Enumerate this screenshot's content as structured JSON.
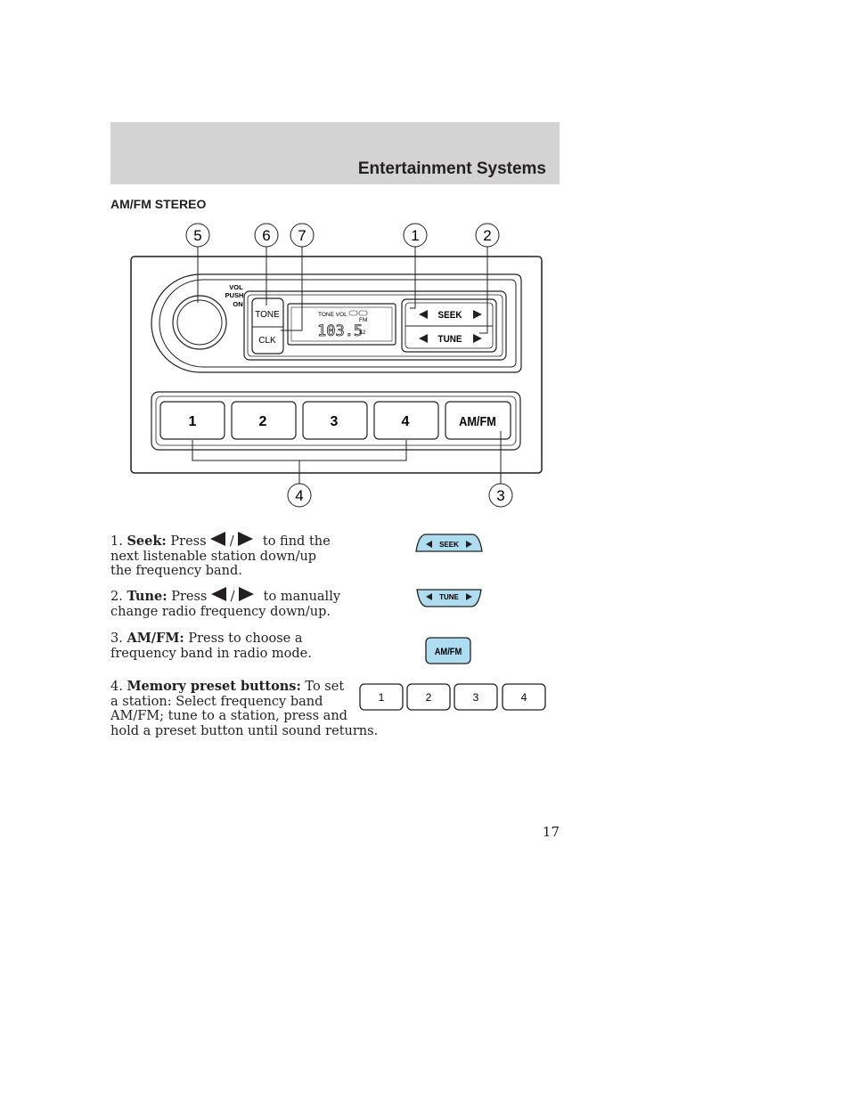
{
  "header": {
    "title": "Entertainment Systems"
  },
  "section": {
    "title": "AM/FM STEREO"
  },
  "radio": {
    "callouts": [
      "5",
      "6",
      "7",
      "1",
      "2",
      "4",
      "3"
    ],
    "knob_label_lines": [
      "VOL",
      "PUSH",
      "ON"
    ],
    "tone_label": "TONE",
    "clk_label": "CLK",
    "display_indicator": "TONE VOL",
    "display_band": "FM",
    "display_freq": "103.5",
    "display_preset": "12",
    "seek_label": "SEEK",
    "tune_label": "TUNE",
    "preset_labels": [
      "1",
      "2",
      "3",
      "4"
    ],
    "amfm_label": "AM/FM"
  },
  "items": [
    {
      "number": "1.",
      "name": "Seek:",
      "text_before": "Press",
      "separator": "/",
      "text_after": "to find the",
      "text_rest": "next listenable station down/up the frequency band."
    },
    {
      "number": "2.",
      "name": "Tune:",
      "text_before": "Press",
      "separator": "/",
      "text_after": "to manually",
      "text_rest": "change radio frequency down/up."
    },
    {
      "number": "3.",
      "name": "AM/FM:",
      "text_first": "Press to choose a",
      "text_rest": "frequency band in radio mode."
    },
    {
      "number": "4.",
      "name": "Memory preset buttons:",
      "text_first": "To set",
      "lines": [
        "a station: Select frequency band",
        "AM/FM; tune to a station, press and",
        "hold a preset button until sound returns."
      ]
    }
  ],
  "icons": {
    "seek_label": "SEEK",
    "tune_label": "TUNE",
    "amfm_label": "AM/FM",
    "preset_labels": [
      "1",
      "2",
      "3",
      "4"
    ],
    "button_fill": "#aedcf0"
  },
  "page_number": "17"
}
